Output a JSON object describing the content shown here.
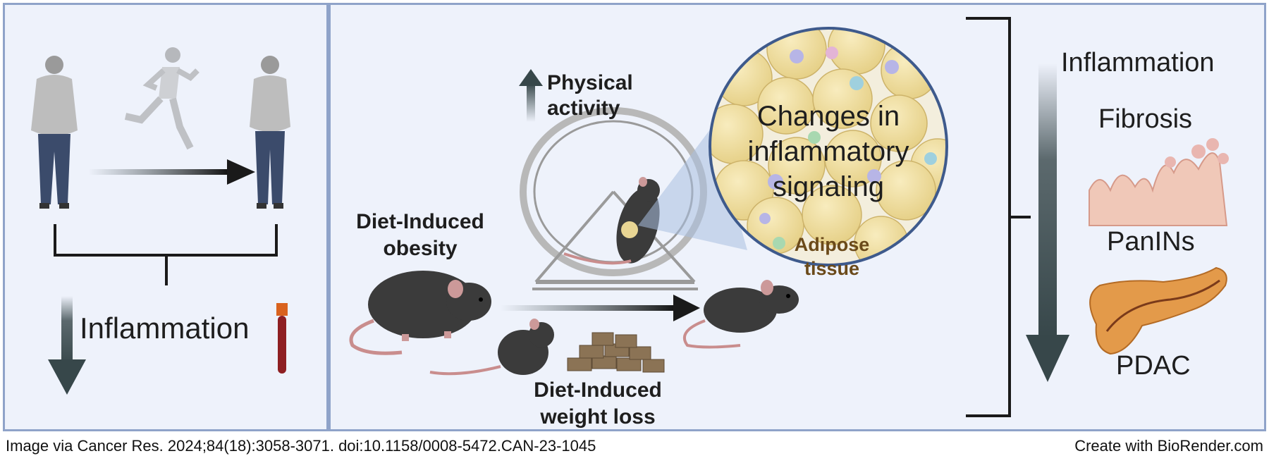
{
  "left_panel": {
    "inflammation_label": "Inflammation"
  },
  "center_panel": {
    "physical_activity": "Physical activity",
    "physical_activity_line1": "Physical",
    "physical_activity_line2": "activity",
    "diet_induced_obesity_line1": "Diet-Induced",
    "diet_induced_obesity_line2": "obesity",
    "diet_induced_weight_loss_line1": "Diet-Induced",
    "diet_induced_weight_loss_line2": "weight loss",
    "bubble_line1": "Changes in",
    "bubble_line2": "inflammatory",
    "bubble_line3": "signaling",
    "adipose_line1": "Adipose",
    "adipose_line2": "tissue"
  },
  "right_panel": {
    "outcomes": [
      "Inflammation",
      "Fibrosis",
      "PanINs",
      "PDAC"
    ]
  },
  "footer": {
    "citation": "Image via Cancer Res. 2024;84(18):3058-3071. doi:10.1158/0008-5472.CAN-23-1045",
    "credit": "Create with BioRender.com"
  },
  "colors": {
    "panel_bg": "#eef2fb",
    "panel_border": "#8fa3c9",
    "arrow_dark": "#37474a",
    "adipose_text": "#6b4a1a",
    "mouse": "#3b3b3b",
    "fat_cell": "#efe0a6"
  }
}
